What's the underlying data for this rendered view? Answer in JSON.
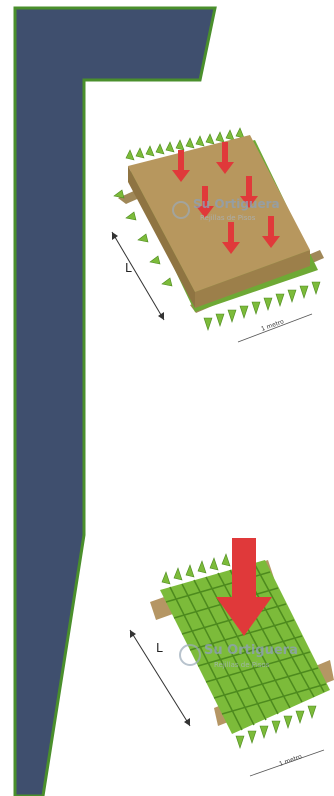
{
  "colors": {
    "banner_fill": "#3f4f6e",
    "banner_stroke": "#4a8f2c",
    "board_fill": "#b7975e",
    "board_dark": "#8f7442",
    "arrow_red": "#e0393a",
    "grate_green": "#7cbb3a",
    "grate_dark": "#4d8a1e",
    "support_brown": "#a08858"
  },
  "figure_top": {
    "dimension_label_length": "L",
    "dimension_label_width": "1 metro",
    "watermark_title": "Su Ortiguera",
    "watermark_subtitle": "Rejillas de Pisos"
  },
  "figure_bottom": {
    "dimension_label_length": "L",
    "dimension_label_width": "1 metro",
    "watermark_title": "Su Ortiguera",
    "watermark_subtitle": "Rejillas de Pisos"
  }
}
